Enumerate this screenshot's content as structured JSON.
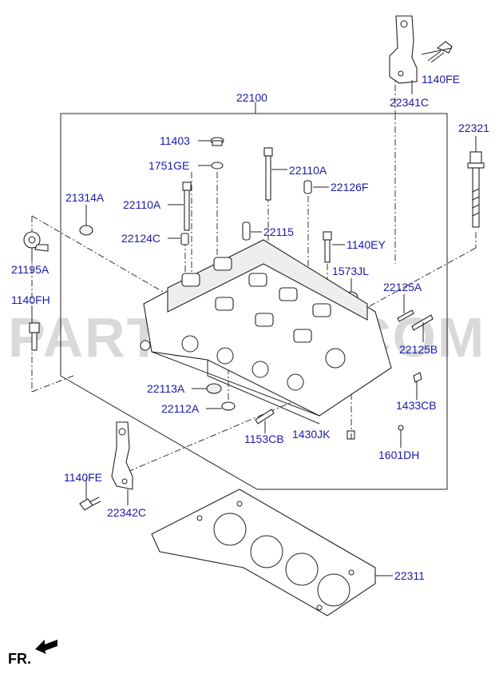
{
  "diagram": {
    "watermark": "PARTSOUQ.COM",
    "direction_label": "FR.",
    "parts": [
      {
        "id": "p1140FE_top",
        "label": "1140FE"
      },
      {
        "id": "p22341C",
        "label": "22341C"
      },
      {
        "id": "p22100",
        "label": "22100"
      },
      {
        "id": "p22321",
        "label": "22321"
      },
      {
        "id": "p11403",
        "label": "11403"
      },
      {
        "id": "p1751GE",
        "label": "1751GE"
      },
      {
        "id": "p22110A_r",
        "label": "22110A"
      },
      {
        "id": "p22126F",
        "label": "22126F"
      },
      {
        "id": "p21314A",
        "label": "21314A"
      },
      {
        "id": "p22110A_l",
        "label": "22110A"
      },
      {
        "id": "p22115",
        "label": "22115"
      },
      {
        "id": "p22124C",
        "label": "22124C"
      },
      {
        "id": "p1140EY",
        "label": "1140EY"
      },
      {
        "id": "p21195A",
        "label": "21195A"
      },
      {
        "id": "p1573JL",
        "label": "1573JL"
      },
      {
        "id": "p22125A",
        "label": "22125A"
      },
      {
        "id": "p1140FH",
        "label": "1140FH"
      },
      {
        "id": "p22125B",
        "label": "22125B"
      },
      {
        "id": "p22113A",
        "label": "22113A"
      },
      {
        "id": "p1433CB",
        "label": "1433CB"
      },
      {
        "id": "p22112A",
        "label": "22112A"
      },
      {
        "id": "p1153CB",
        "label": "1153CB"
      },
      {
        "id": "p1430JK",
        "label": "1430JK"
      },
      {
        "id": "p1601DH",
        "label": "1601DH"
      },
      {
        "id": "p1140FE_bot",
        "label": "1140FE"
      },
      {
        "id": "p22342C",
        "label": "22342C"
      },
      {
        "id": "p22311",
        "label": "22311"
      }
    ]
  }
}
